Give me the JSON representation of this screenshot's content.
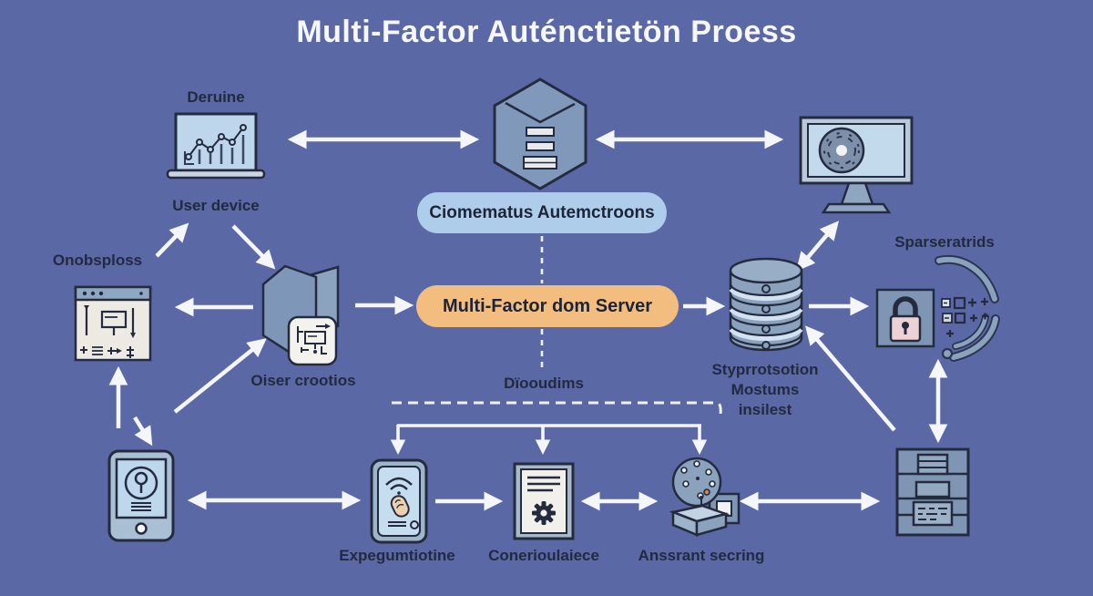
{
  "title": "Multi-Factor Auténctietön Proess",
  "colors": {
    "background": "#5b68a6",
    "biometric_pill": "#aecdea",
    "server_pill": "#f3bd80",
    "arrow": "#f4f6f9",
    "outline": "#242b3f",
    "label_text": "#222a40",
    "icon_light_blue": "#bdd7ec",
    "icon_slate": "#8ba2bd"
  },
  "nodes": {
    "user_device": {
      "top_label": "Deruine",
      "bottom_label": "User device",
      "icon": "laptop-analytics-icon"
    },
    "hub": {
      "icon": "hexagon-package-icon"
    },
    "monitor": {
      "icon": "monitor-disc-scan-icon"
    },
    "biometric_pill": {
      "label": "Ciomematus Autemctroons"
    },
    "server_pill": {
      "label": "Multi-Factor dom Server"
    },
    "onobsploss": {
      "label": "Onobsploss",
      "icon": "window-flowchart-icon"
    },
    "oiser_crootios": {
      "label": "Oiser crootios",
      "icon": "prism-workflow-badge-icon"
    },
    "database": {
      "label_lines": [
        "Styprrotsotion",
        "Mostums",
        "insilest"
      ],
      "icon": "database-stack-icon"
    },
    "security": {
      "label": "Sparseratrids",
      "icon": "padlock-sync-icon"
    },
    "dooudims": {
      "label": "Dïooudims"
    },
    "smartphone": {
      "icon": "smartphone-keyhole-icon"
    },
    "expegumtiotine": {
      "label": "Expegumtiotine",
      "icon": "phone-fingerprint-icon"
    },
    "conerioulaiece": {
      "label": "Conerioulaiece",
      "icon": "document-gear-icon"
    },
    "anssrant": {
      "label": "Anssrant secring",
      "icon": "token-chip-icon"
    },
    "server_rack": {
      "icon": "server-rack-icon"
    }
  }
}
